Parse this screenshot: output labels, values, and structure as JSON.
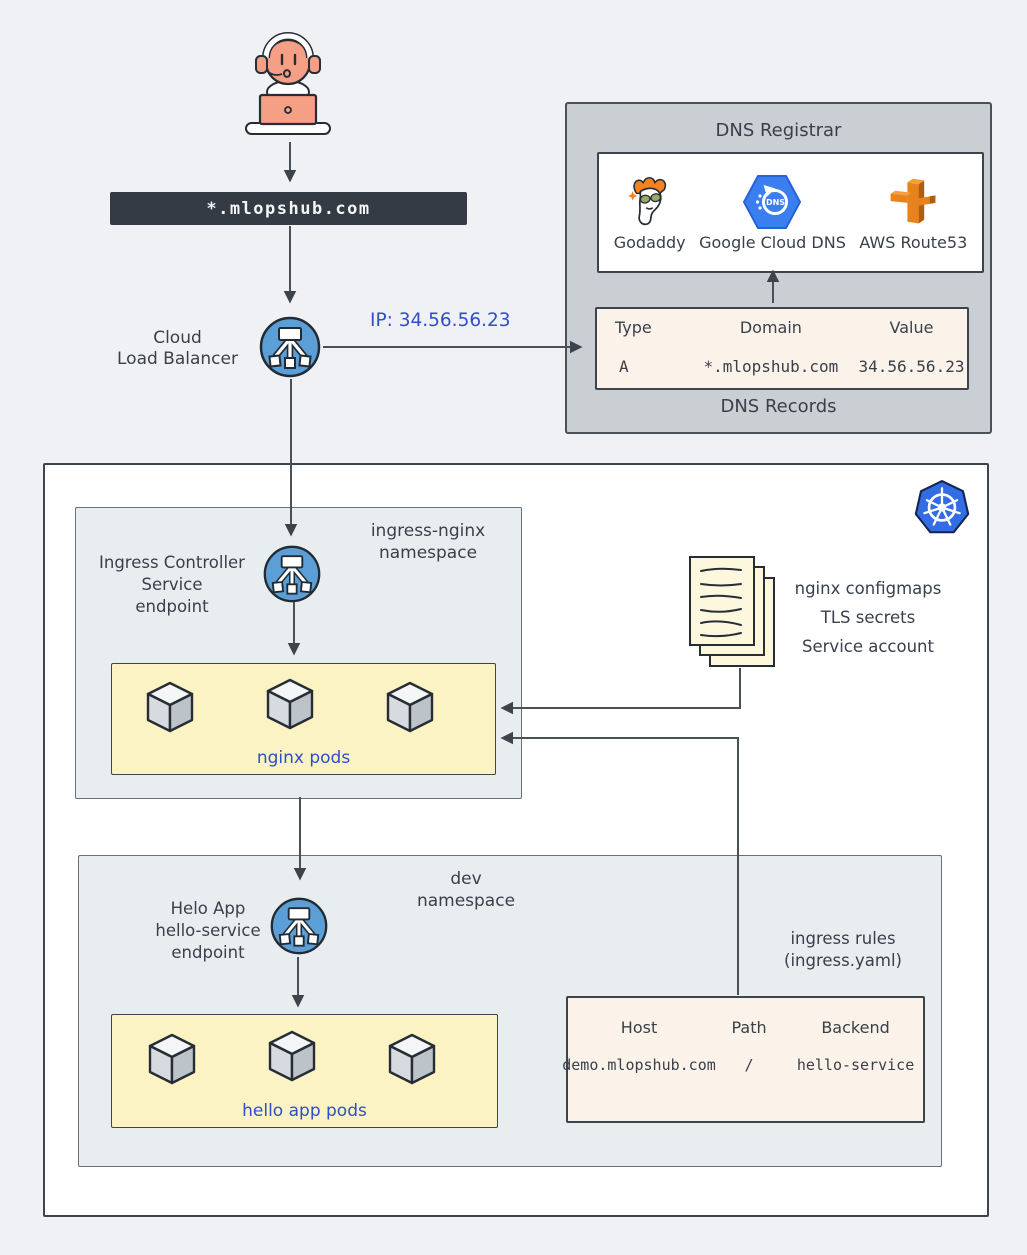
{
  "banner": {
    "domain": "*.mlopshub.com"
  },
  "load_balancer": {
    "label1": "Cloud",
    "label2": "Load Balancer",
    "ip": "IP: 34.56.56.23"
  },
  "dns": {
    "title": "DNS Registrar",
    "caption": "DNS Records",
    "gcp_icon_text": "DNS",
    "providers": [
      {
        "label": "Godaddy"
      },
      {
        "label": "Google Cloud DNS"
      },
      {
        "label": "AWS Route53"
      }
    ],
    "table": {
      "headers": [
        "Type",
        "Domain",
        "Value"
      ],
      "row": [
        "A",
        "*.mlopshub.com",
        "34.56.56.23"
      ]
    }
  },
  "ingress_ns": {
    "ns1": "ingress-nginx",
    "ns2": "namespace",
    "ep1": "Ingress Controller",
    "ep2": "Service",
    "ep3": "endpoint",
    "pods": "nginx pods"
  },
  "configs": {
    "l1": "nginx configmaps",
    "l2": "TLS secrets",
    "l3": "Service account"
  },
  "dev_ns": {
    "ns1": "dev",
    "ns2": "namespace",
    "ep1": "Helo App",
    "ep2": "hello-service",
    "ep3": "endpoint",
    "pods": "hello app pods",
    "rules_title1": "ingress rules",
    "rules_title2": "(ingress.yaml)",
    "table": {
      "headers": [
        "Host",
        "Path",
        "Backend"
      ],
      "row": [
        "demo.mlopshub.com",
        "/",
        "hello-service"
      ]
    }
  },
  "colors": {
    "page_bg": "#f0f1f4",
    "banner_bg": "#343b44",
    "lb_blue": "#5b9fd6",
    "k8s_blue": "#326de6",
    "gcp_blue": "#3b7ef0",
    "aws_orange": "#e8821d",
    "godaddy_orange": "#f58220",
    "yellow_box": "#fbf3c3",
    "cream_table": "#fbf2ea",
    "namespace_gray": "#e8edef",
    "registrar_gray": "#cacfd4",
    "label_blue": "#2f4ec9",
    "ink": "#39404a"
  }
}
